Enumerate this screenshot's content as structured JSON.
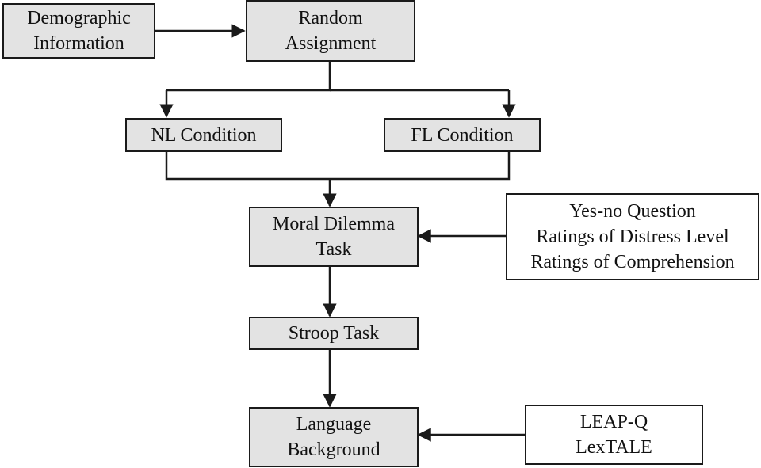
{
  "boxes": {
    "demographic": [
      "Demographic",
      "Information"
    ],
    "random_assignment": [
      "Random",
      "Assignment"
    ],
    "nl_condition": [
      "NL Condition"
    ],
    "fl_condition": [
      "FL Condition"
    ],
    "moral_dilemma": [
      "Moral Dilemma",
      "Task"
    ],
    "measures": [
      "Yes-no Question",
      "Ratings of Distress Level",
      "Ratings of Comprehension"
    ],
    "stroop": [
      "Stroop Task"
    ],
    "language_background": [
      "Language",
      "Background"
    ],
    "questionnaires": [
      "LEAP-Q",
      "LexTALE"
    ]
  },
  "colors": {
    "box_fill": "#e3e3e3",
    "stroke": "#1a1a1a"
  }
}
